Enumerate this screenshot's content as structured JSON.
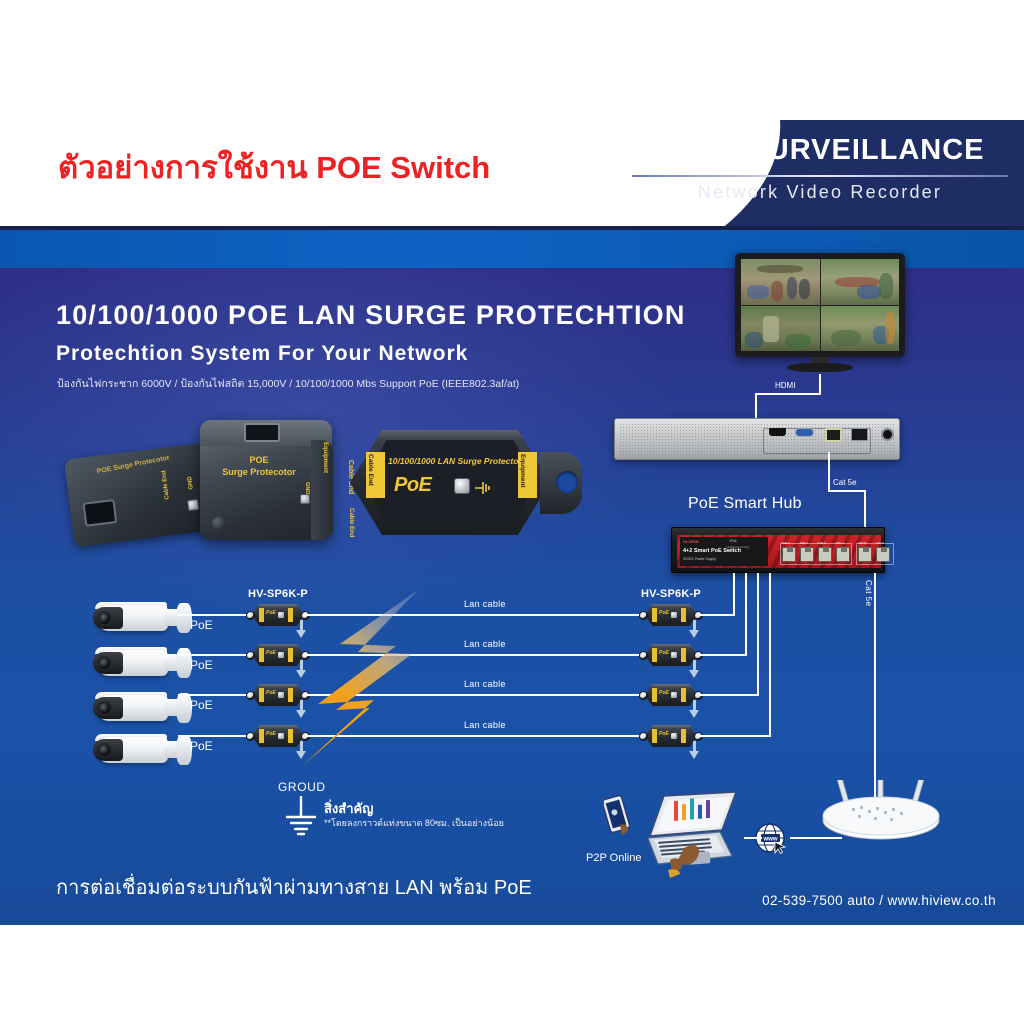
{
  "header": {
    "title_th": "ตัวอย่างการใช้งาน POE Switch",
    "brand_line1": "CCTV SURVEILLANCE",
    "brand_line2": "Network Video Recorder"
  },
  "hero": {
    "headline": "10/100/1000  POE  LAN  SURGE  PROTECHTION",
    "subheadline": "Protechtion  System  For  Your  Network",
    "spec_line": "ป้องกันไฟกระชาก  6000V  /  ป้องกันไฟสถิต  15,000V  /  10/100/1000  Mbs  Support PoE  (IEEE802.3af/at)"
  },
  "product": {
    "unit_a_label": "POE Surge Protecotor",
    "unit_a_cable_end": "Cable End",
    "unit_a_gnd": "GND",
    "unit_b_label_line1": "POE",
    "unit_b_label_line2": "Surge Protecotor",
    "unit_b_equipment": "Equipment",
    "unit_b_cable_end": "Cable End",
    "unit_b_cable_end2": "Cable End",
    "unit_b_gnd": "GND",
    "unit_c_title": "10/100/1000 LAN Surge Protector",
    "unit_c_poe": "PoE",
    "unit_c_cable_end": "Cable End",
    "unit_c_equipment": "Equipment"
  },
  "diagram": {
    "hdmi_label": "HDMI",
    "cat5e_label_nvr": "Cat 5e",
    "cat5e_label_router": "Cat 5e",
    "switch_title": "PoE Smart Hub",
    "switch_face_model": "4+2 Smart PoE Switch",
    "switch_face_brand": "HI-VIEW",
    "switch_face_psu": "52VDC Power Supply",
    "switch_face_mini": "Intelligent Identify",
    "switch_face_mini2": "4PoE",
    "switch_poe_ports": [
      "PoE 1",
      "PoE 2",
      "PoE 3",
      "PoE 4"
    ],
    "switch_lan_ports": [
      "LAN 5",
      "LAN 6"
    ],
    "model_label_left": "HV-SP6K-P",
    "model_label_right": "HV-SP6K-P",
    "poe_labels": [
      "PoE",
      "PoE",
      "PoE",
      "PoE"
    ],
    "lan_cable_labels": [
      "Lan  cable",
      "Lan  cable",
      "Lan  cable",
      "Lan  cable"
    ],
    "ground_label": "GROUD",
    "ground_th_title": "สิ่งสำคัญ",
    "ground_th_note": "**โดยลงกราวด์แท่งขนาด  80ซม.  เป็นอย่างน้อย",
    "p2p_label": "P2P Online",
    "globe_label": "www"
  },
  "footer": {
    "caption_th": "การต่อเชื่อมต่อระบบกันฟ้าผ่ามทางสาย  LAN  พร้อม  PoE",
    "contact": "02-539-7500  auto  /  www.hiview.co.th"
  },
  "colors": {
    "header_navy": "#1e2d63",
    "title_red": "#ee2222",
    "panel_blue": "#1d4fa3",
    "band_blue": "#0d63c4",
    "accent_yellow": "#f0c835",
    "switch_red": "#c4202a",
    "bolt_orange": "#f0a11e"
  }
}
